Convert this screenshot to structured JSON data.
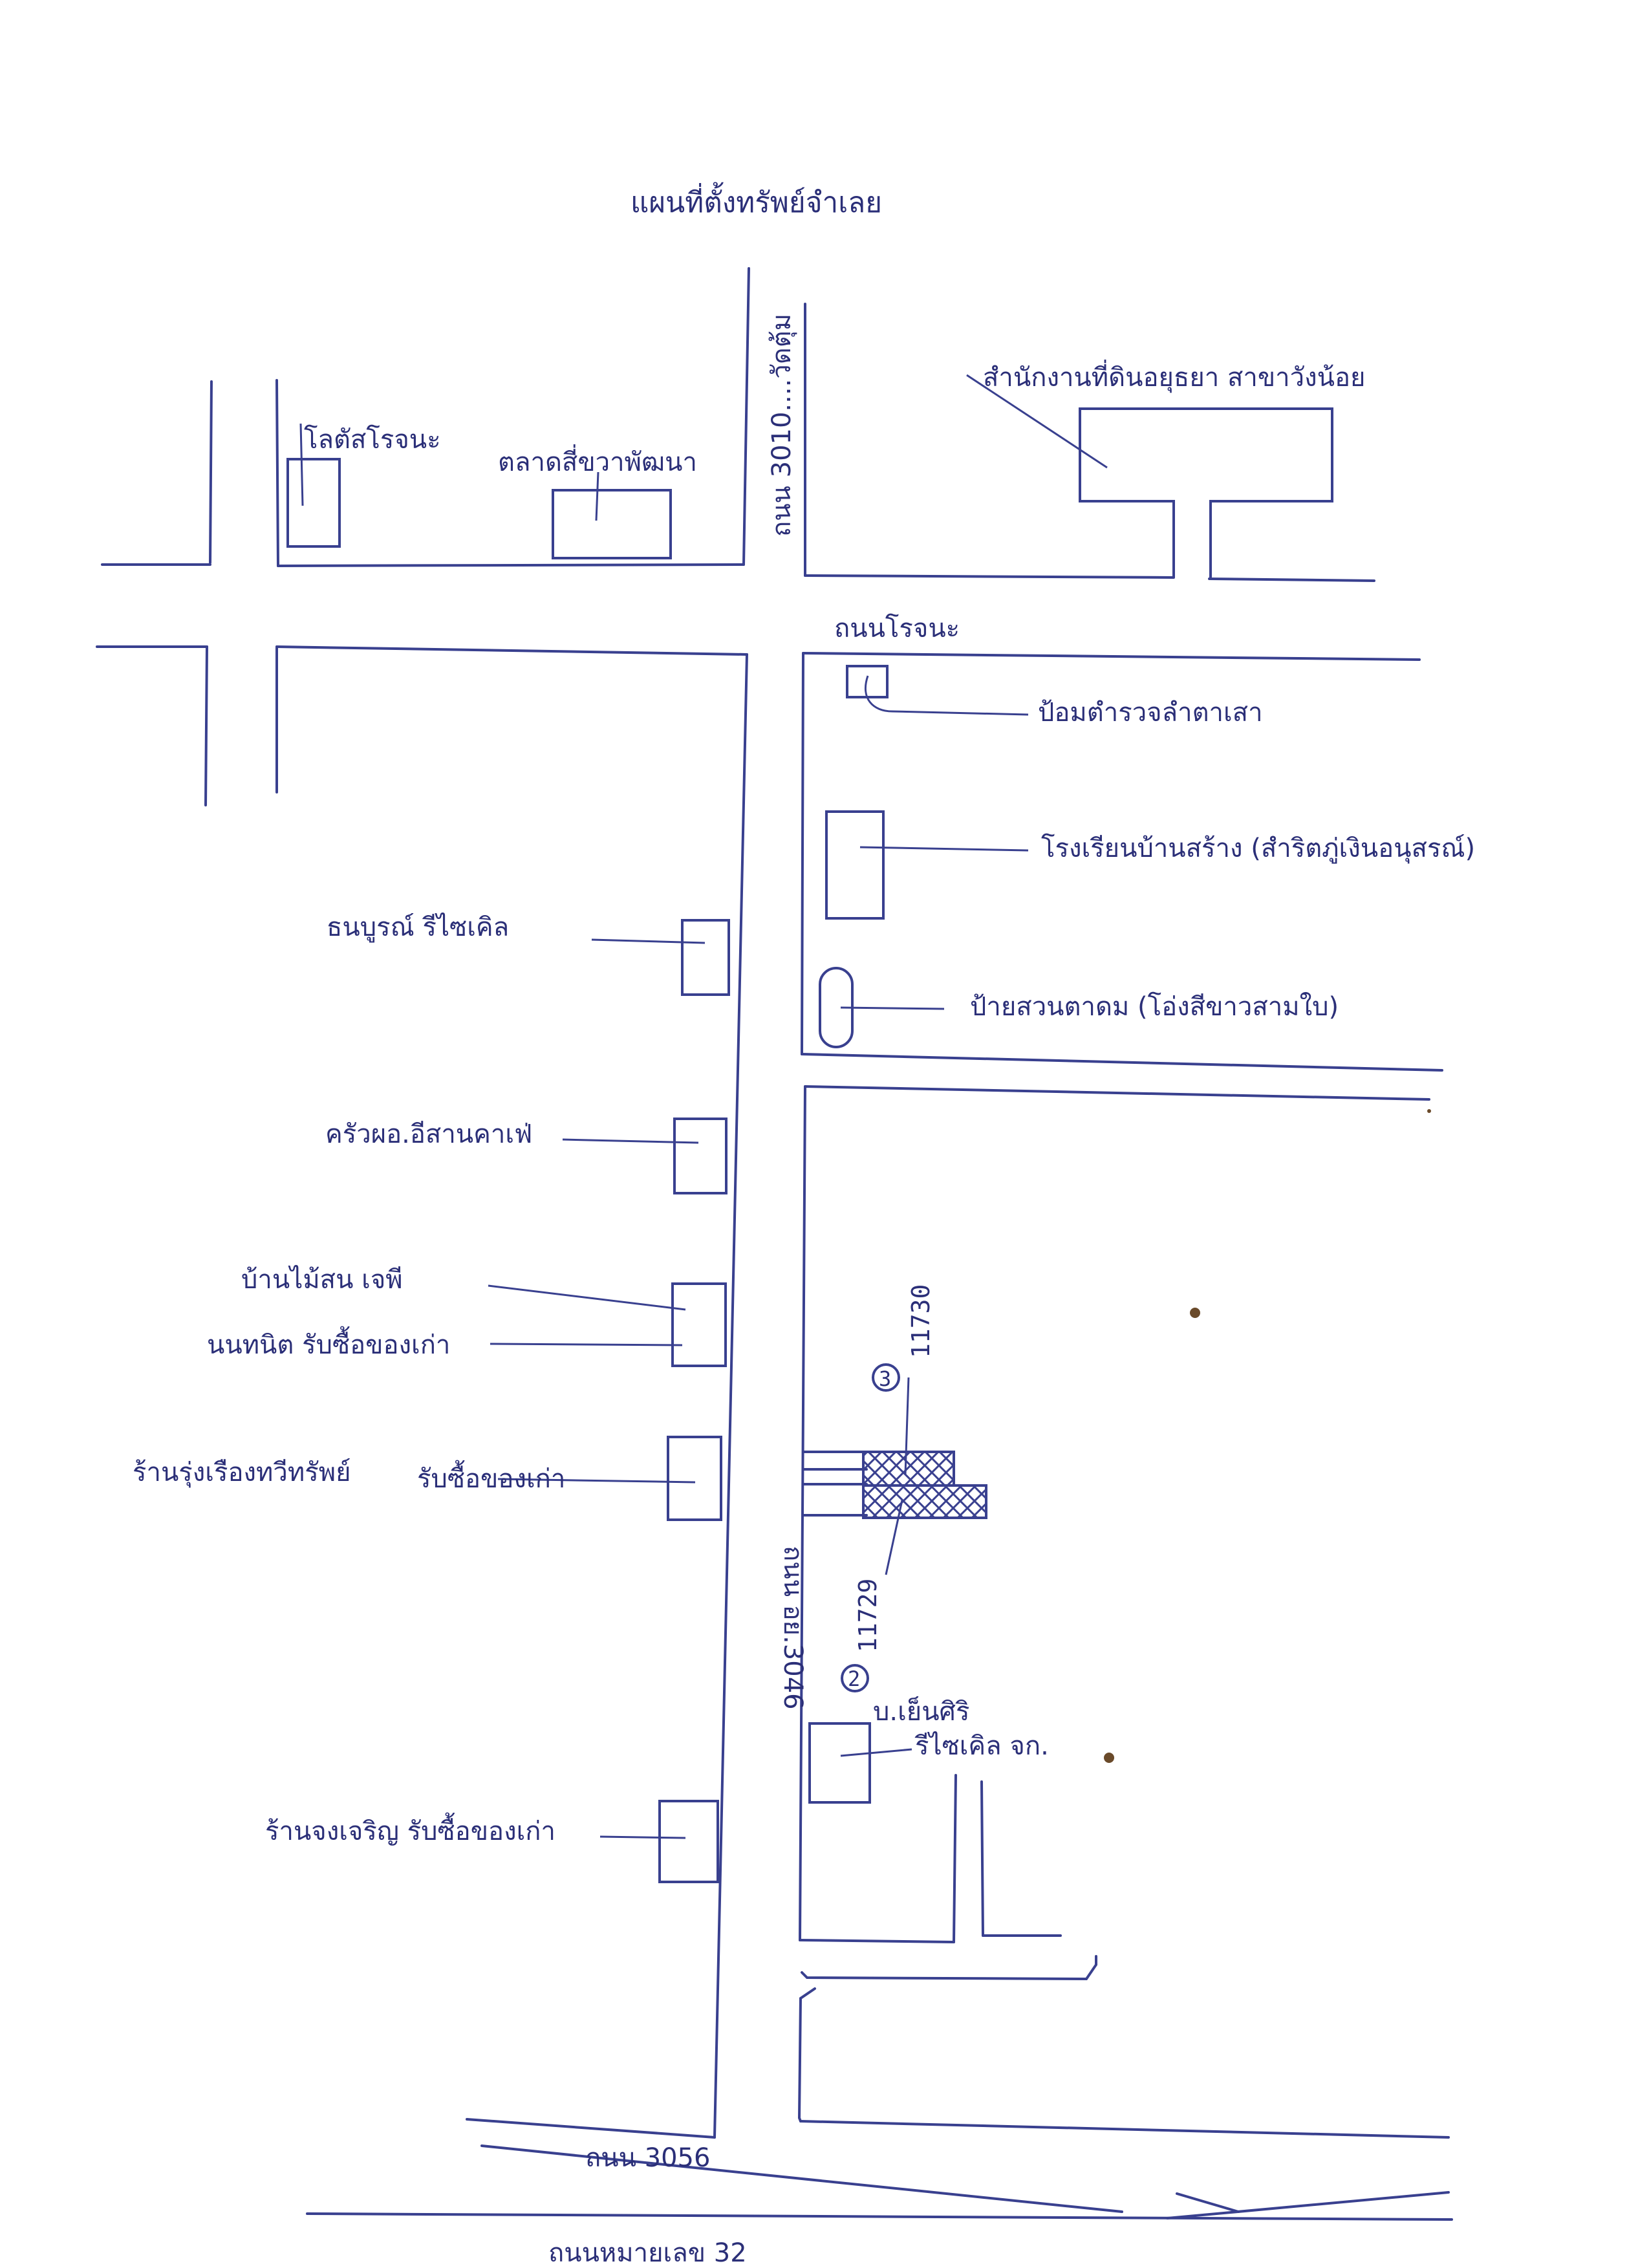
{
  "title": "แผนที่ตั้งทรัพย์จำเลย",
  "colors": {
    "ink": "#39408f",
    "hatch": "#39408f",
    "paper": "#ffffff"
  },
  "roads": {
    "north_vertical": "ถนน 3010....วัดตุ้ม",
    "main_vertical": "ถนน อย.3046",
    "horizontal_top": "ถนนโรจนะ",
    "bottom_minor": "ถนน 3056",
    "bottom_major": "ถนนหมายเลข 32"
  },
  "places": {
    "lotus": "โลตัสโรจนะ",
    "market": "ตลาดสี่ขวาพัฒนา",
    "land_office": "สำนักงานที่ดินอยุธยา สาขาวังน้อย",
    "police_box": "ป้อมตำรวจลำตาเสา",
    "school": "โรงเรียนบ้านสร้าง (สำริตภู่เงินอนุสรณ์)",
    "park_sign": "ป้ายสวนตาดม (โอ่งสีขาวสามใบ)",
    "recycle_thanaboon": "ธนบูรณ์ รีไซเคิล",
    "isan_cafe": "ครัวผอ.อีสานคาเฟ่",
    "baan_maison": "บ้านไม้สน เจพี",
    "nonthanit": "นนทนิต รับซื้อของเก่า",
    "rungrueang_a": "ร้านรุ่งเรืองทวีทรัพย์",
    "rungrueang_b": "รับซื้อของเก่า",
    "yensiri_a": "บ.เย็นศิริ",
    "yensiri_b": "รีไซเคิล จก.",
    "jongcharoen": "ร้านจงเจริญ รับซื้อของเก่า"
  },
  "parcels": [
    {
      "marker": "3",
      "deed": "11730"
    },
    {
      "marker": "2",
      "deed": "11729"
    }
  ]
}
